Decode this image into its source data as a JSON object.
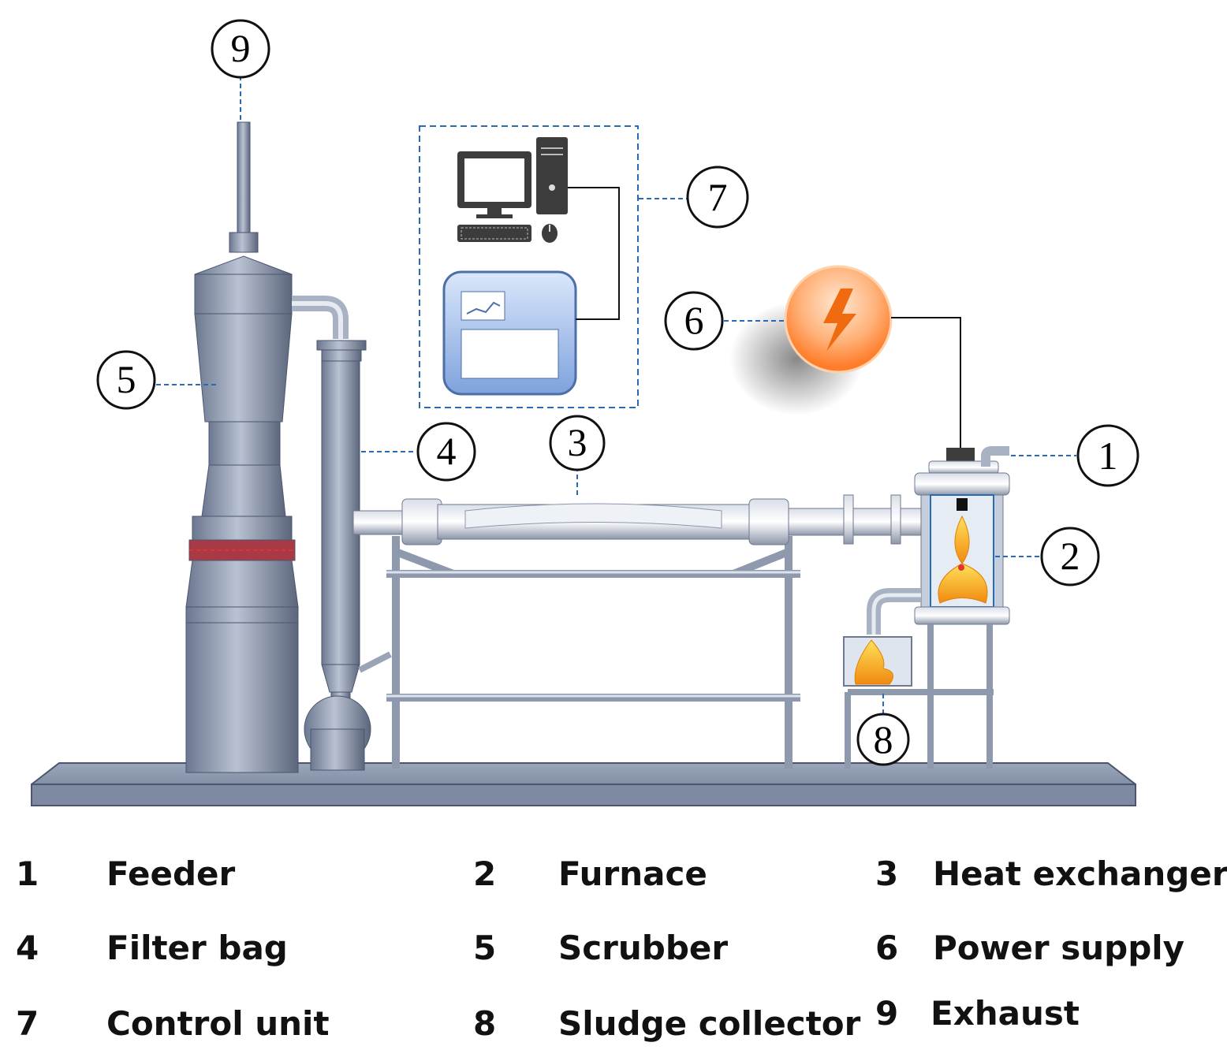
{
  "callouts": {
    "c1": "1",
    "c2": "2",
    "c3": "3",
    "c4": "4",
    "c5": "5",
    "c6": "6",
    "c7": "7",
    "c8": "8",
    "c9": "9"
  },
  "legend": [
    {
      "num": "1",
      "label": "Feeder"
    },
    {
      "num": "2",
      "label": "Furnace"
    },
    {
      "num": "3",
      "label": "Heat exchanger"
    },
    {
      "num": "4",
      "label": "Filter bag"
    },
    {
      "num": "5",
      "label": "Scrubber"
    },
    {
      "num": "6",
      "label": "Power supply"
    },
    {
      "num": "7",
      "label": "Control unit"
    },
    {
      "num": "8",
      "label": "Sludge collector"
    },
    {
      "num": "9",
      "label": "Exhaust"
    }
  ],
  "colors": {
    "steel": "#8c98ad",
    "steel_dark": "#5d6a82",
    "frame": "#a9b1c0",
    "leader": "#2a6ab3",
    "flame": "#f7a21b",
    "bolt": "#ff7a1a",
    "panel": "#a9c6f0"
  }
}
